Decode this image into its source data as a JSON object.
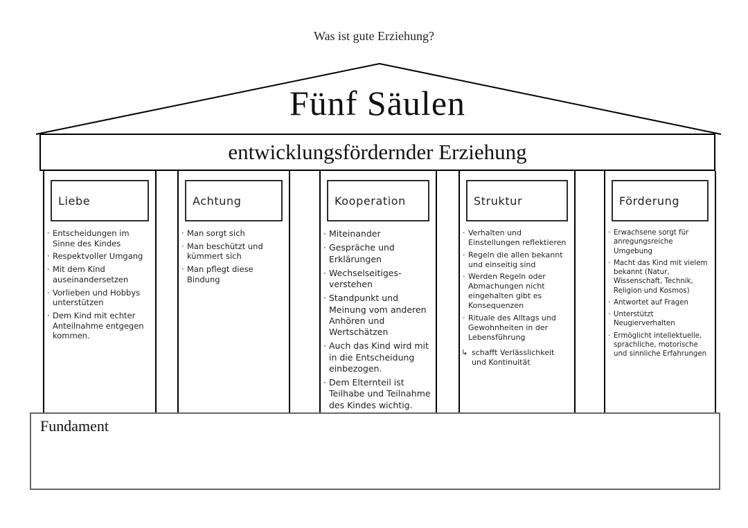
{
  "colors": {
    "line": "#000000",
    "text": "#1f1f1f",
    "fundament_border": "#666666"
  },
  "header": {
    "question": "Was ist gute Erziehung?",
    "roof_title": "Fünf Säulen",
    "band_title": "entwicklungsfördernder Erziehung"
  },
  "ui": {
    "bullet": "·",
    "note_marker": "↳"
  },
  "pillars": [
    {
      "title": "Liebe",
      "items": [
        "Entscheidungen im Sinne des Kindes",
        "Respektvoller Umgang",
        "Mit dem Kind auseinandersetzen",
        "Vorlieben und Hobbys unterstützen",
        "Dem Kind mit echter Anteilnahme entgegen kommen."
      ]
    },
    {
      "title": "Achtung",
      "items": [
        "Man sorgt sich",
        "Man beschützt und kümmert sich",
        "Man pflegt diese Bindung"
      ]
    },
    {
      "title": "Kooperation",
      "items": [
        "Miteinander",
        "Gespräche und Erklärungen",
        "Wechselseitiges-verstehen",
        "Standpunkt und Meinung vom anderen Anhören und Wertschätzen",
        "Auch das Kind wird mit in die Entscheidung einbezogen.",
        "Dem Elternteil ist Teilhabe und Teilnahme des Kindes wichtig."
      ]
    },
    {
      "title": "Struktur",
      "items": [
        "Verhalten und Einstellungen reflektieren",
        "Regeln die allen bekannt und einseitig sind",
        "Werden Regeln oder Abmachungen nicht eingehalten gibt es Konsequenzen",
        "Rituale des Alltags und Gewohnheiten in der Lebensführung"
      ],
      "note": "schafft Verlässlichkeit und Kontinuität"
    },
    {
      "title": "Förderung",
      "items": [
        "Erwachsene sorgt für anregungsreiche Umgebung",
        "Macht das Kind mit vielem bekannt (Natur, Wissenschaft, Technik, Religion und Kosmos)",
        "Antwortet auf Fragen",
        "Unterstützt Neugierverhalten",
        "Ermöglicht intellektuelle, sprachliche, motorische und sinnliche Erfahrungen"
      ]
    }
  ],
  "fundament": {
    "label": "Fundament"
  }
}
